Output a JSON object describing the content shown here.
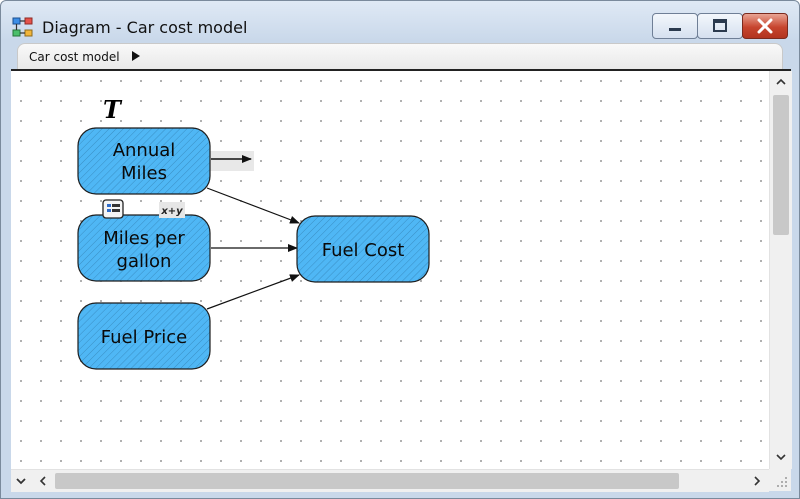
{
  "window": {
    "title": "Diagram - Car cost model"
  },
  "breadcrumb": {
    "path": "Car cost model"
  },
  "icons": {
    "app": "diagram-app-icon",
    "minimize": "minimize-icon",
    "maximize": "maximize-icon",
    "close": "close-icon",
    "breadcrumb_arrow": "breadcrumb-arrow-icon",
    "table": "table-icon",
    "formula": "formula-icon",
    "text_tool": "text-tool-icon"
  },
  "diagram": {
    "text_tool_label": "T",
    "formula_label": "x+y",
    "nodes": [
      {
        "id": "annual-miles",
        "lines": [
          "Annual",
          "Miles"
        ]
      },
      {
        "id": "miles-per-gallon",
        "lines": [
          "Miles per",
          "gallon"
        ]
      },
      {
        "id": "fuel-price",
        "lines": [
          "Fuel Price"
        ]
      },
      {
        "id": "fuel-cost",
        "lines": [
          "Fuel Cost"
        ]
      }
    ]
  },
  "colors": {
    "node_fill": "#4fb7f5",
    "node_border": "#1d1d1d",
    "arrow": "#111111",
    "close_button": "#c7452e"
  }
}
